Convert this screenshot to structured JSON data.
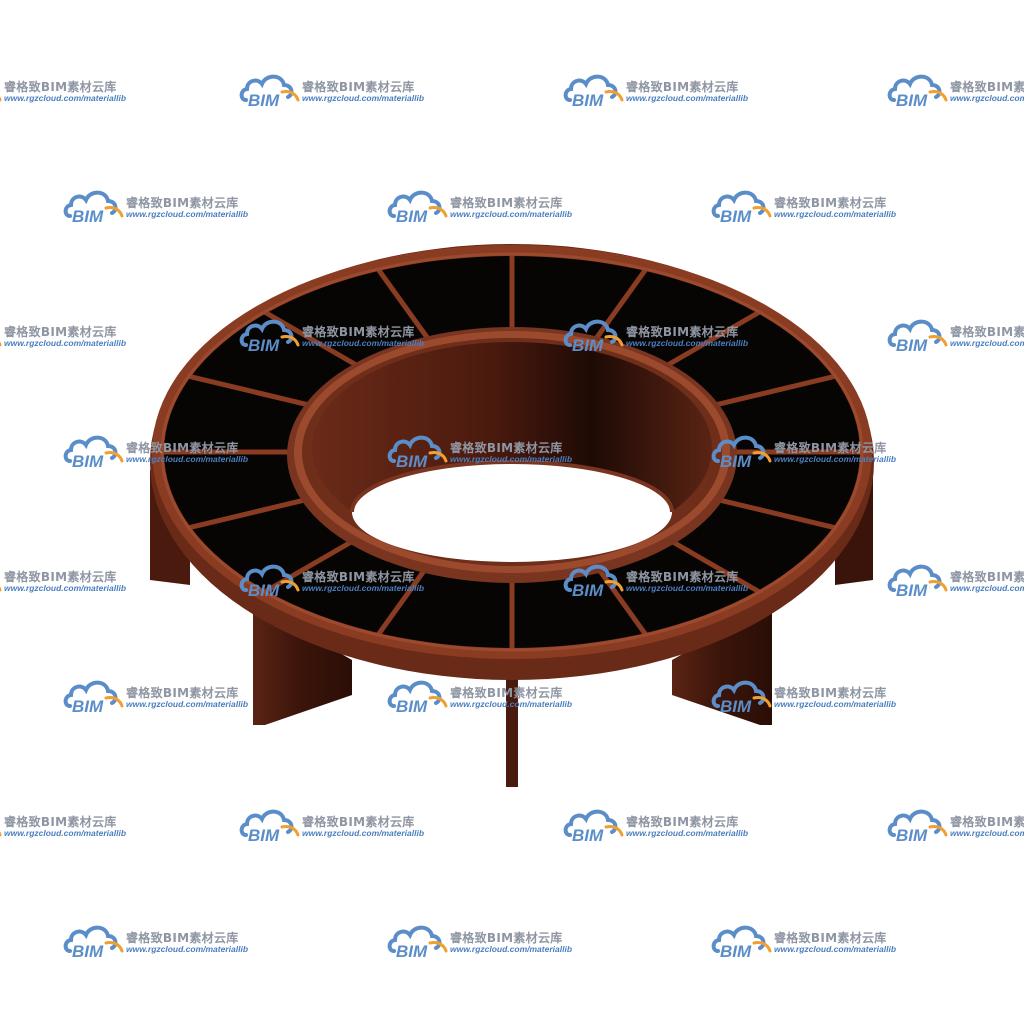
{
  "watermark": {
    "logo_text": "BIM",
    "brand": "睿格致BIM素材云库",
    "url": "www.rgzcloud.com/materiallib",
    "colors": {
      "cloud": "#5b8ec9",
      "accent": "#f0a030",
      "text": "#8f96a3",
      "url": "#4a7fbf"
    }
  },
  "model": {
    "description_icon": "annular-platform-icon",
    "colors": {
      "frame": "#7a3520",
      "frame_light": "#9b4a2e",
      "panel": "#080605",
      "inner_wall": "#5a2414"
    }
  }
}
